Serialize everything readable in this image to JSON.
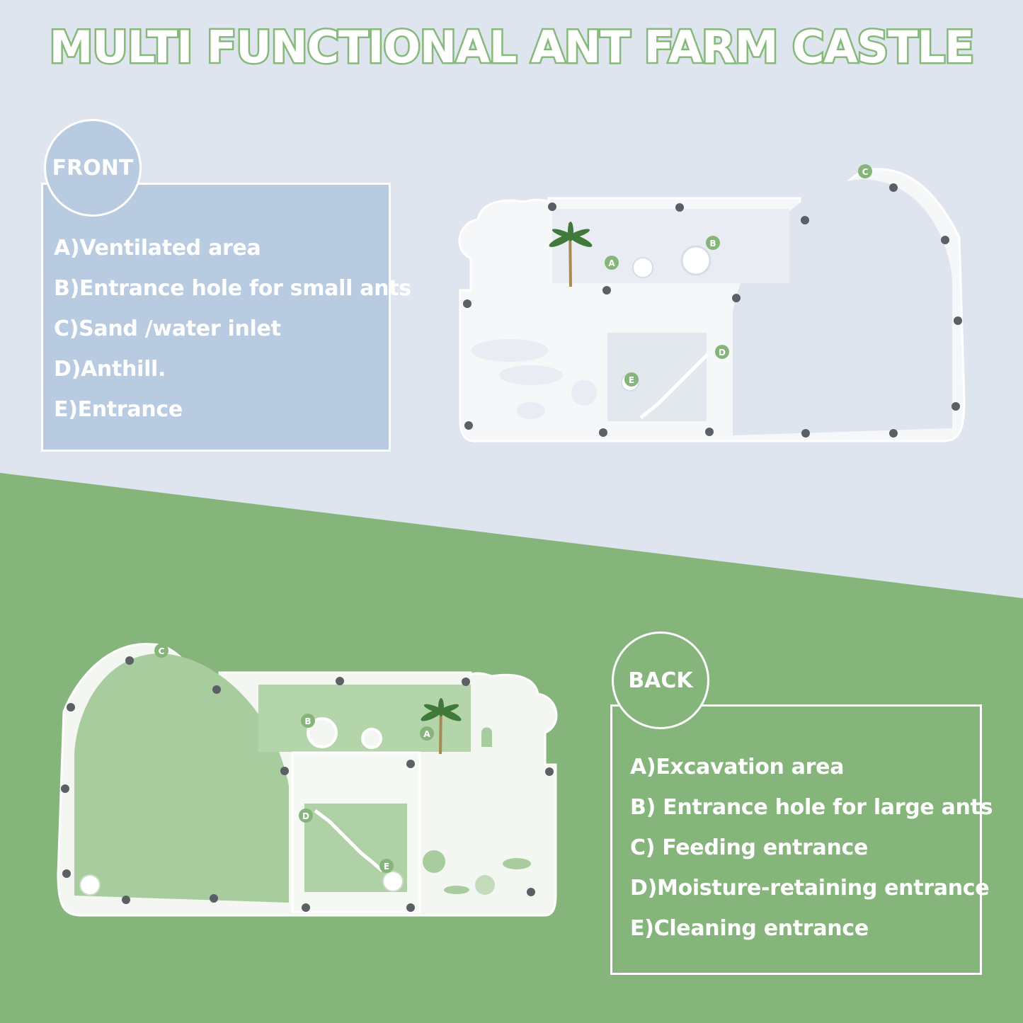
{
  "title": "MULTI FUNCTIONAL ANT FARM CASTLE",
  "colors": {
    "accent_green": "#86b57c",
    "front_blue": "#b8cbe0",
    "top_bg": "#dfe5ef",
    "text": "#ffffff"
  },
  "front": {
    "badge": "FRONT",
    "items": [
      {
        "label": "A)Ventilated area"
      },
      {
        "label": "B)Entrance hole for small ants"
      },
      {
        "label": "C)Sand /water inlet"
      },
      {
        "label": "D)Anthill."
      },
      {
        "label": "E)Entrance"
      }
    ],
    "markers": [
      "A",
      "B",
      "C",
      "D",
      "E"
    ]
  },
  "back": {
    "badge": "BACK",
    "items": [
      {
        "label": "A)Excavation area"
      },
      {
        "label": "B) Entrance hole for large ants"
      },
      {
        "label": "C) Feeding entrance"
      },
      {
        "label": "D)Moisture-retaining entrance"
      },
      {
        "label": "E)Cleaning entrance"
      }
    ],
    "markers": [
      "A",
      "B",
      "C",
      "D",
      "E"
    ]
  }
}
